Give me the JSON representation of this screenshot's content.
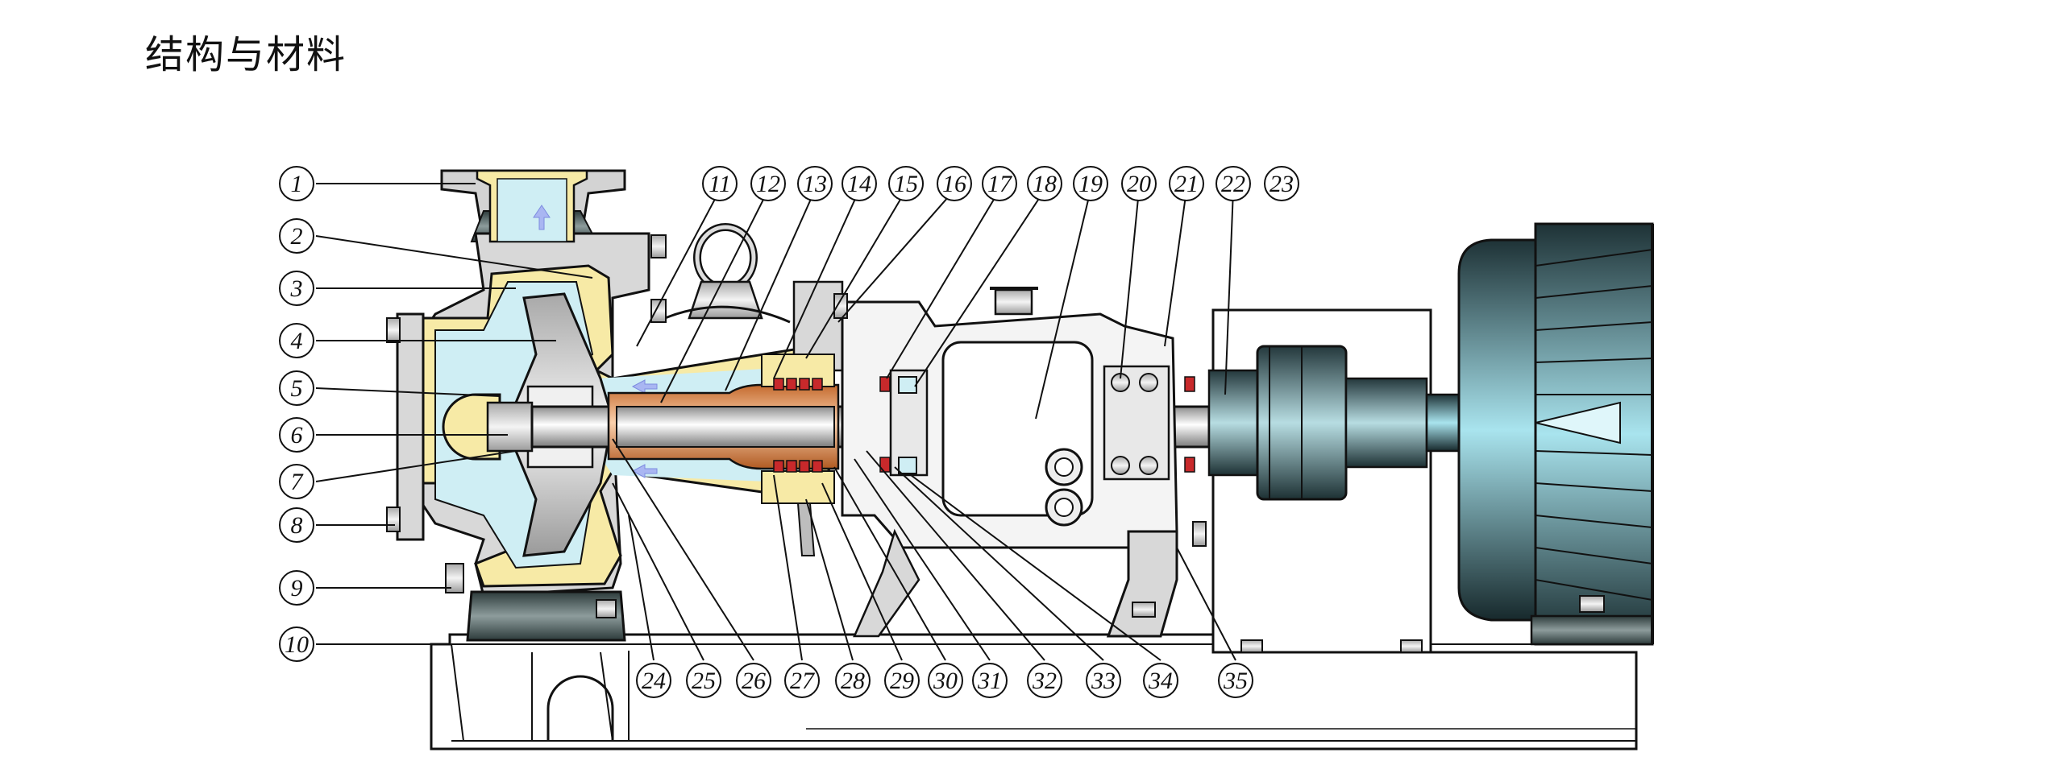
{
  "title": "结构与材料",
  "callouts": [
    "1",
    "2",
    "3",
    "4",
    "5",
    "6",
    "7",
    "8",
    "9",
    "10",
    "11",
    "12",
    "13",
    "14",
    "15",
    "16",
    "17",
    "18",
    "19",
    "20",
    "21",
    "22",
    "23",
    "24",
    "25",
    "26",
    "27",
    "28",
    "29",
    "30",
    "31",
    "32",
    "33",
    "34",
    "35"
  ],
  "colors": {
    "liner_yellow": "#f7eaa6",
    "liquid_blue": "#cfeef4",
    "metal_gray": "#d9d9d9",
    "dark_metal": "#4b5a5a",
    "shaft_copper": "#e7935a",
    "seal_red": "#c8292b",
    "motor_teal": "#6f9aa0",
    "flow_arrow": "#a9b6f2"
  },
  "icons": [
    "flow-arrow-icon",
    "lifting-eye-icon",
    "bolt-icon"
  ]
}
